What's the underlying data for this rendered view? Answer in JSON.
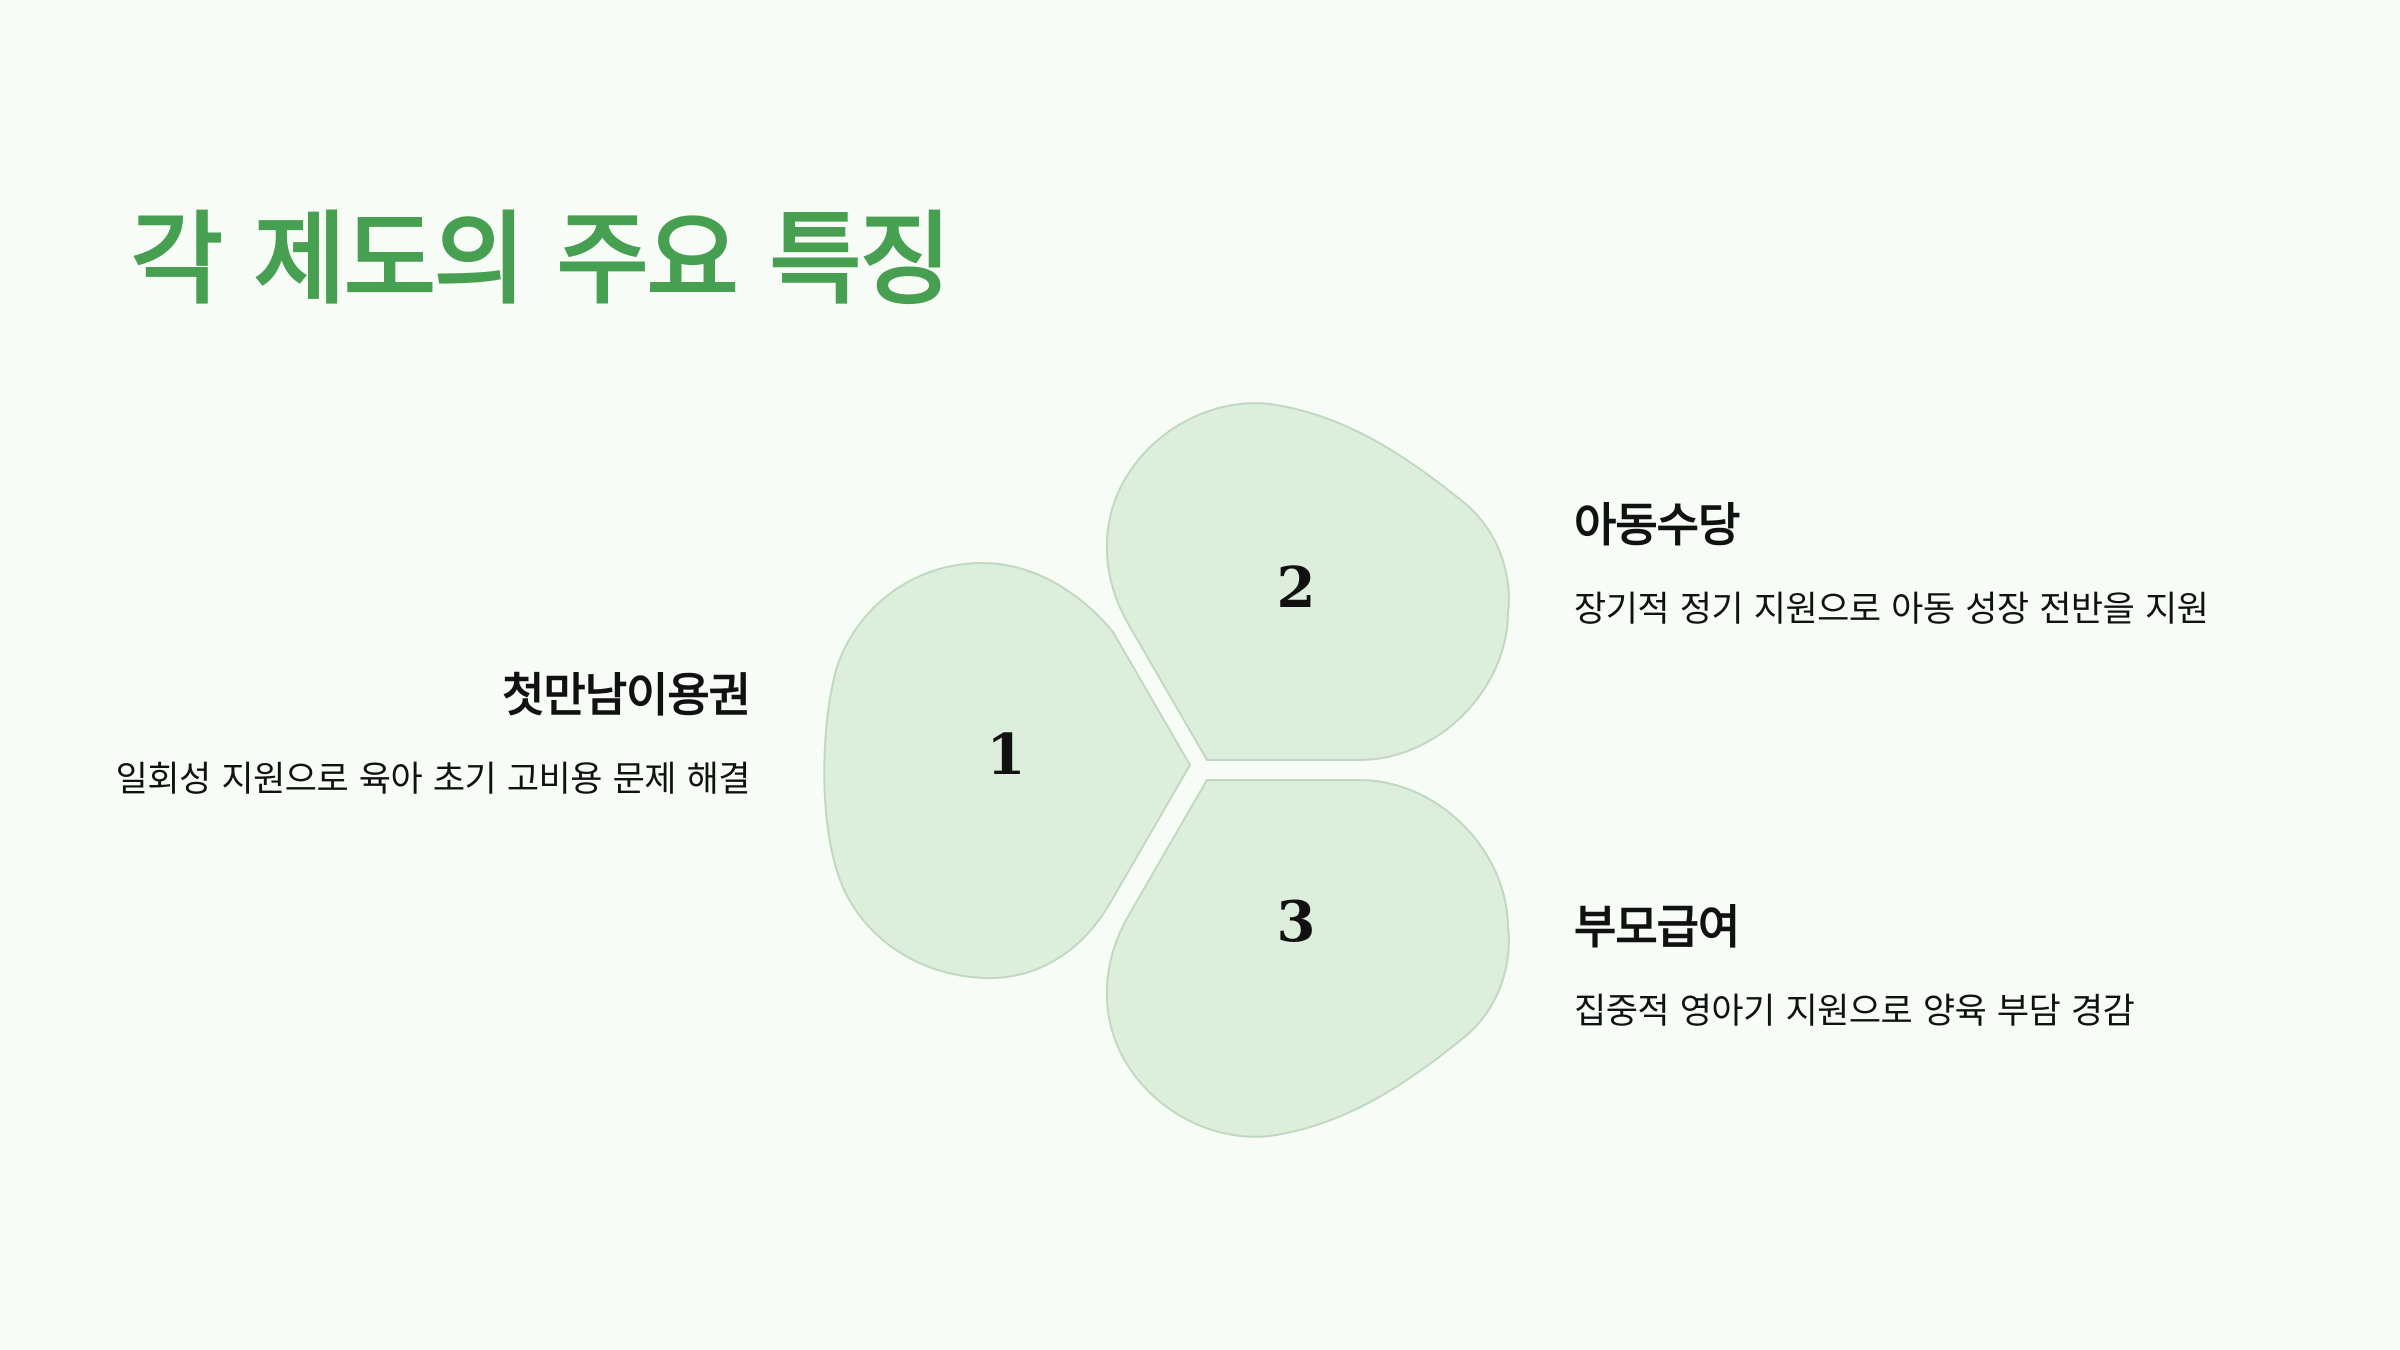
{
  "page": {
    "title": "각 제도의 주요 특징"
  },
  "colors": {
    "background": "#f7fcf7",
    "title": "#47a052",
    "petal_fill": "#ddeedd",
    "petal_stroke": "#bfd8bf",
    "text": "#111111"
  },
  "petals": [
    {
      "number": "1"
    },
    {
      "number": "2"
    },
    {
      "number": "3"
    }
  ],
  "items": [
    {
      "heading": "첫만남이용권",
      "description": "일회성 지원으로 육아 초기 고비용 문제 해결"
    },
    {
      "heading": "아동수당",
      "description": "장기적 정기 지원으로 아동 성장 전반을 지원"
    },
    {
      "heading": "부모급여",
      "description": "집중적 영아기 지원으로 양육 부담 경감"
    }
  ]
}
